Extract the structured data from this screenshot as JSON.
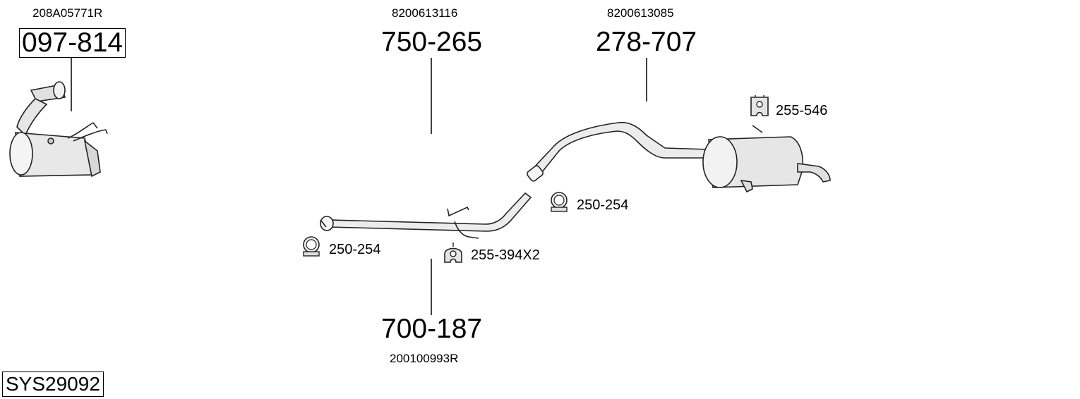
{
  "system_code": "SYS29092",
  "parts": [
    {
      "oe_number": "208A05771R",
      "part_number": "097-814",
      "part": "diesel-particulate-filter"
    },
    {
      "oe_number": "8200613116",
      "part_number": "750-265",
      "part": "front-pipe"
    },
    {
      "oe_number": "8200613085",
      "part_number": "278-707",
      "part": "rear-silencer"
    },
    {
      "oe_number": "200100993R",
      "part_number": "700-187",
      "part": "centre-pipe"
    }
  ],
  "accessories": [
    {
      "label": "255-546",
      "icon": "rubber-hanger-icon"
    },
    {
      "label": "250-254",
      "icon": "clamp-icon"
    },
    {
      "label": "250-254",
      "icon": "clamp-icon"
    },
    {
      "label": "255-394X2",
      "icon": "rubber-mount-icon"
    }
  ]
}
